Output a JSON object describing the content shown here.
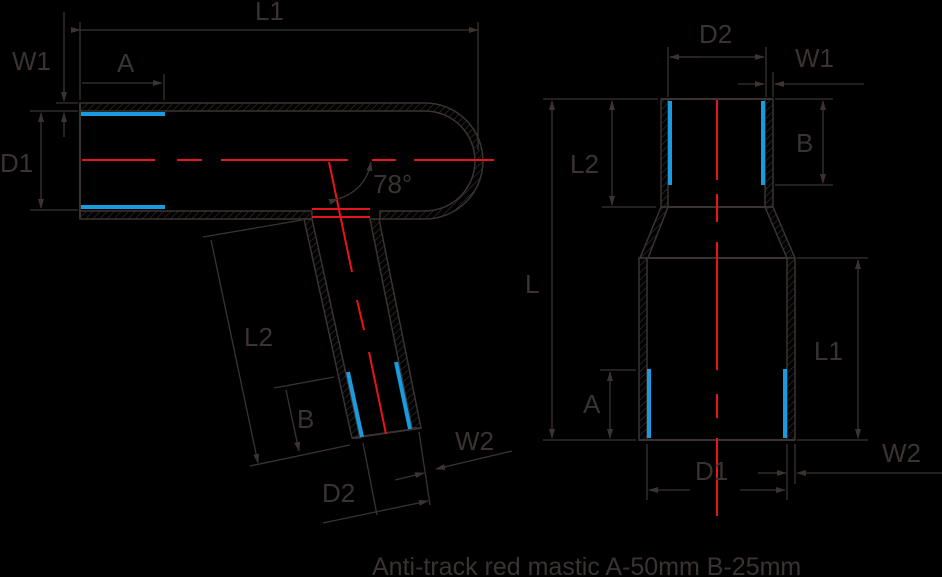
{
  "colors": {
    "background": "#000000",
    "line": "#3a3331",
    "centerline": "#e8141b",
    "mastic": "#1a9be0"
  },
  "left_view": {
    "labels": {
      "L1": "L1",
      "W1": "W1",
      "A": "A",
      "D1": "D1",
      "angle": "78°",
      "L2": "L2",
      "B": "B",
      "D2": "D2",
      "W2": "W2"
    }
  },
  "right_view": {
    "labels": {
      "D2": "D2",
      "W1": "W1",
      "L2": "L2",
      "B": "B",
      "L": "L",
      "L1": "L1",
      "A": "A",
      "D1": "D1",
      "W2": "W2"
    }
  },
  "caption": "Anti-track red mastic A-50mm B-25mm"
}
